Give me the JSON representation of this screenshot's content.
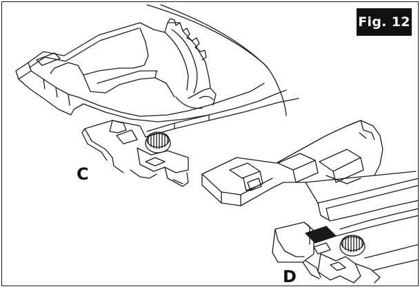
{
  "figure": {
    "badge": "Fig. 12",
    "labels": {
      "c": "C",
      "d": "D"
    }
  },
  "colors": {
    "line": "#1a1a1a",
    "badge_background": "#111111",
    "badge_text": "#ffffff",
    "background": "#ffffff"
  }
}
